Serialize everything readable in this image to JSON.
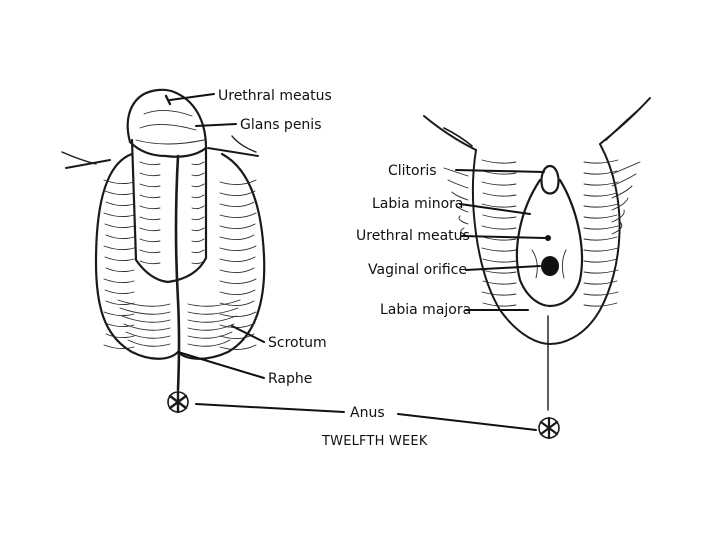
{
  "labels": {
    "urethral_meatus_male": "Urethral meatus",
    "glans_penis": "Glans penis",
    "scrotum": "Scrotum",
    "raphe": "Raphe",
    "clitoris": "Clitoris",
    "labia_minora": "Labia minora",
    "urethral_meatus_female": "Urethral meatus",
    "vaginal_orifice": "Vaginal orifice",
    "labia_majora": "Labia majora",
    "anus": "Anus"
  },
  "caption": "TWELFTH WEEK",
  "colors": {
    "ink": "#111111",
    "background": "#ffffff"
  }
}
